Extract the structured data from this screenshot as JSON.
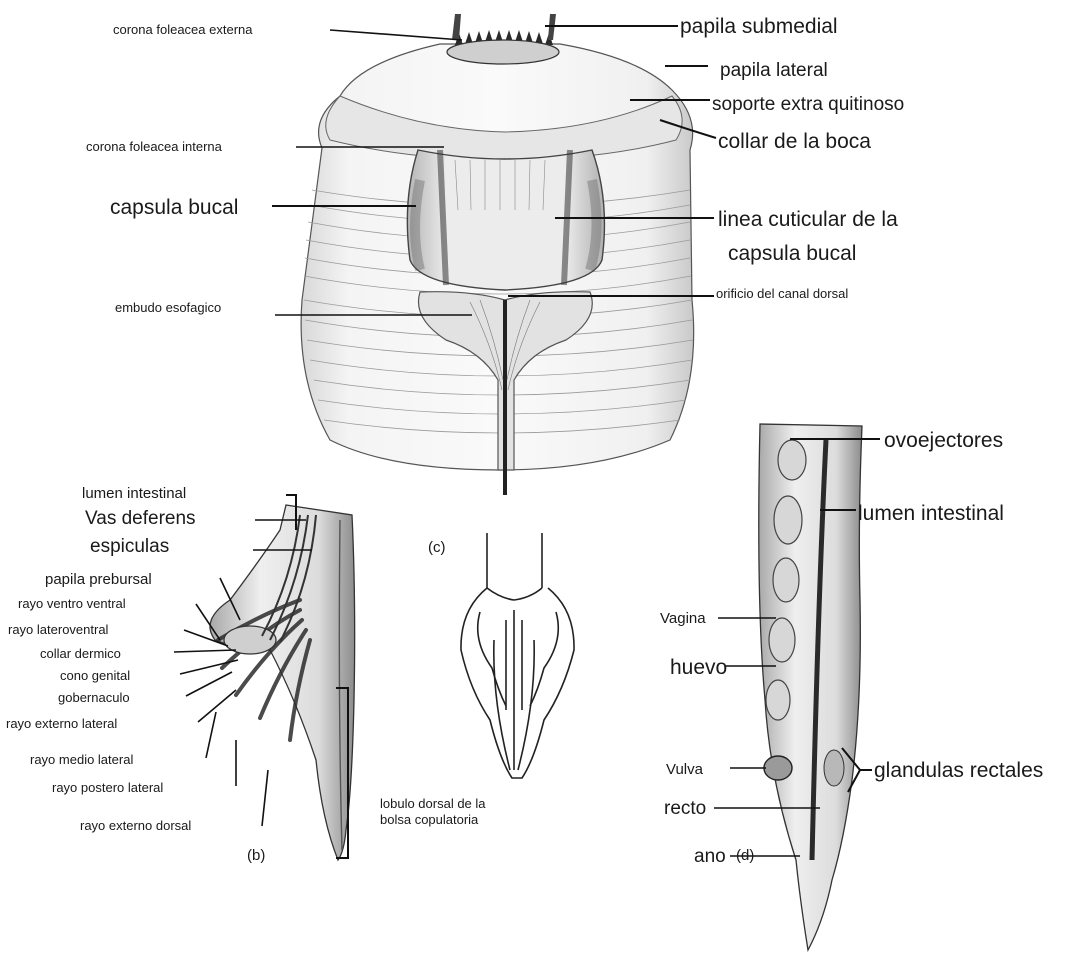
{
  "panels": {
    "c": "(c)",
    "b": "(b)",
    "d": "(d)"
  },
  "head_labels": {
    "corona_externa": "corona foleacea externa",
    "papila_submedial": "papila submedial",
    "papila_lateral": "papila lateral",
    "soporte": "soporte extra quitinoso",
    "collar_boca": "collar de la boca",
    "corona_interna": "corona foleacea interna",
    "capsula_bucal": "capsula bucal",
    "linea_cuticular_1": "linea cuticular de la",
    "linea_cuticular_2": "capsula bucal",
    "embudo": "embudo esofagico",
    "orificio": "orificio del canal dorsal"
  },
  "male_labels": {
    "lumen": "lumen intestinal",
    "vas": "Vas deferens",
    "espiculas": "espiculas",
    "papila_prebursal": "papila prebursal",
    "rayo_ventro_ventral": "rayo ventro ventral",
    "rayo_lateroventral": "rayo lateroventral",
    "collar_dermico": "collar dermico",
    "cono_genital": "cono genital",
    "gobernaculo": "gobernaculo",
    "rayo_externo_lateral": "rayo externo lateral",
    "rayo_medio_lateral": "rayo medio lateral",
    "rayo_postero_lateral": "rayo postero lateral",
    "rayo_externo_dorsal": "rayo externo dorsal",
    "lobulo_1": "lobulo dorsal de la",
    "lobulo_2": "bolsa copulatoria"
  },
  "female_labels": {
    "ovoejectores": "ovoejectores",
    "lumen": "lumen intestinal",
    "vagina": "Vagina",
    "huevo": "huevo",
    "vulva": "Vulva",
    "recto": "recto",
    "ano": "ano",
    "glandulas": "glandulas rectales"
  }
}
